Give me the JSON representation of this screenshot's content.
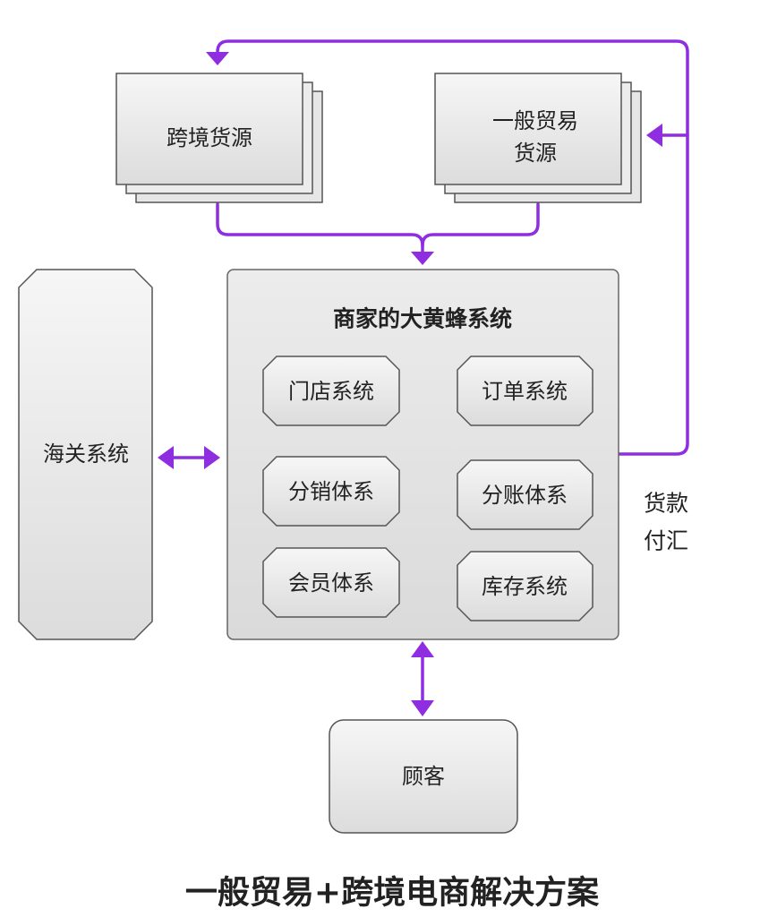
{
  "colors": {
    "arrow": "#8e2ee0",
    "box_fill": "#e8e8e8",
    "box_stroke": "#555555",
    "container_fill": "#e0e0e0",
    "text": "#222222"
  },
  "sources": {
    "cross_border": "跨境货源",
    "general_trade_line1": "一般贸易",
    "general_trade_line2": "货源"
  },
  "merchant_system": {
    "title": "商家的大黄蜂系统",
    "modules": {
      "store": "门店系统",
      "order": "订单系统",
      "distribution": "分销体系",
      "settlement": "分账体系",
      "member": "会员体系",
      "inventory": "库存系统"
    }
  },
  "customs": "海关系统",
  "payment_label_line1": "货款",
  "payment_label_line2": "付汇",
  "customer": "顾客",
  "caption": "一般贸易+跨境电商解决方案"
}
